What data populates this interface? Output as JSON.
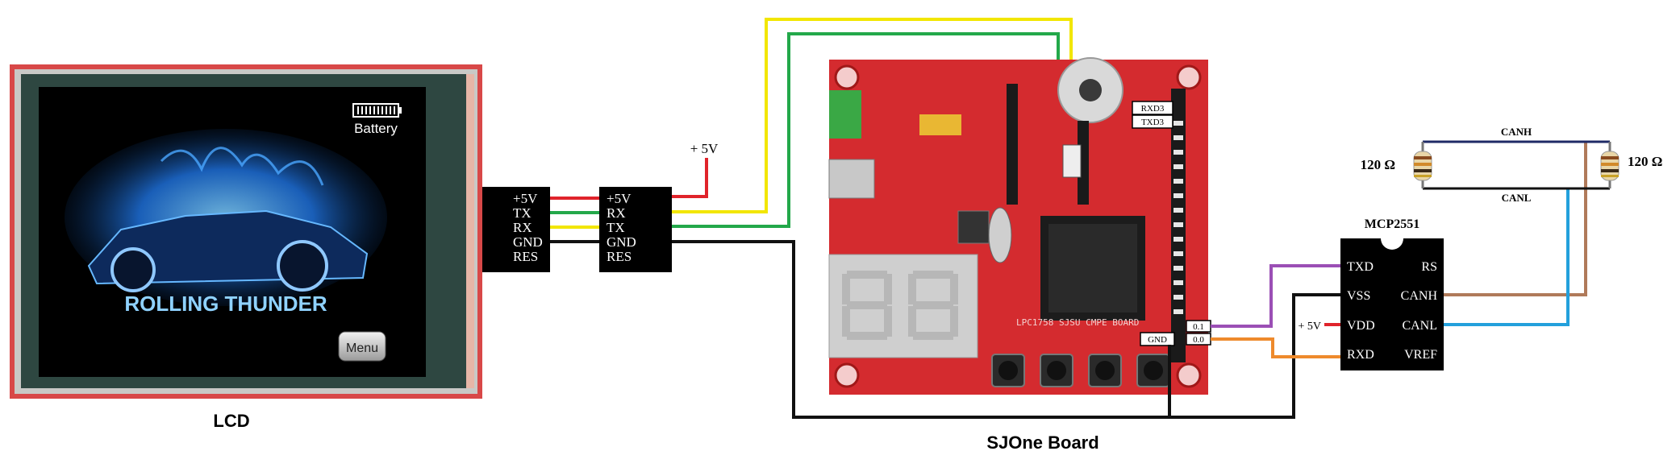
{
  "labels": {
    "lcd": "LCD",
    "sjone": "SJOne Board",
    "mcp": "MCP2551",
    "plus5v_top": "+ 5V",
    "plus5v_vdd": "+ 5V",
    "r_left": "120 Ω",
    "r_right": "120 Ω",
    "canh_bus": "CANH",
    "canl_bus": "CANL"
  },
  "lcd_screen": {
    "battery": "Battery",
    "title": "ROLLING THUNDER",
    "menu": "Menu"
  },
  "connector_a": [
    "+5V",
    "TX",
    "RX",
    "GND",
    "RES"
  ],
  "connector_b": [
    "+5V",
    "RX",
    "TX",
    "GND",
    "RES"
  ],
  "board_tags": {
    "rxd3": "RXD3",
    "txd3": "TXD3",
    "p01": "0.1",
    "p00": "0.0",
    "gnd": "GND",
    "silk": "LPC1758 SJSU CMPE BOARD"
  },
  "mcp_pins_left": [
    "TXD",
    "VSS",
    "VDD",
    "RXD"
  ],
  "mcp_pins_right": [
    "RS",
    "CANH",
    "CANL",
    "VREF"
  ],
  "colors": {
    "wire_red": "#e0232b",
    "wire_yellow": "#f2e600",
    "wire_green": "#23a84a",
    "wire_black": "#111111",
    "wire_purple": "#9b4fb5",
    "wire_orange": "#ee8a2c",
    "wire_brown": "#b07a5a",
    "wire_blue": "#23a0dc",
    "wire_navy": "#1f2a66",
    "board_red": "#d42b2f",
    "lcd_frame": "#d84848"
  }
}
